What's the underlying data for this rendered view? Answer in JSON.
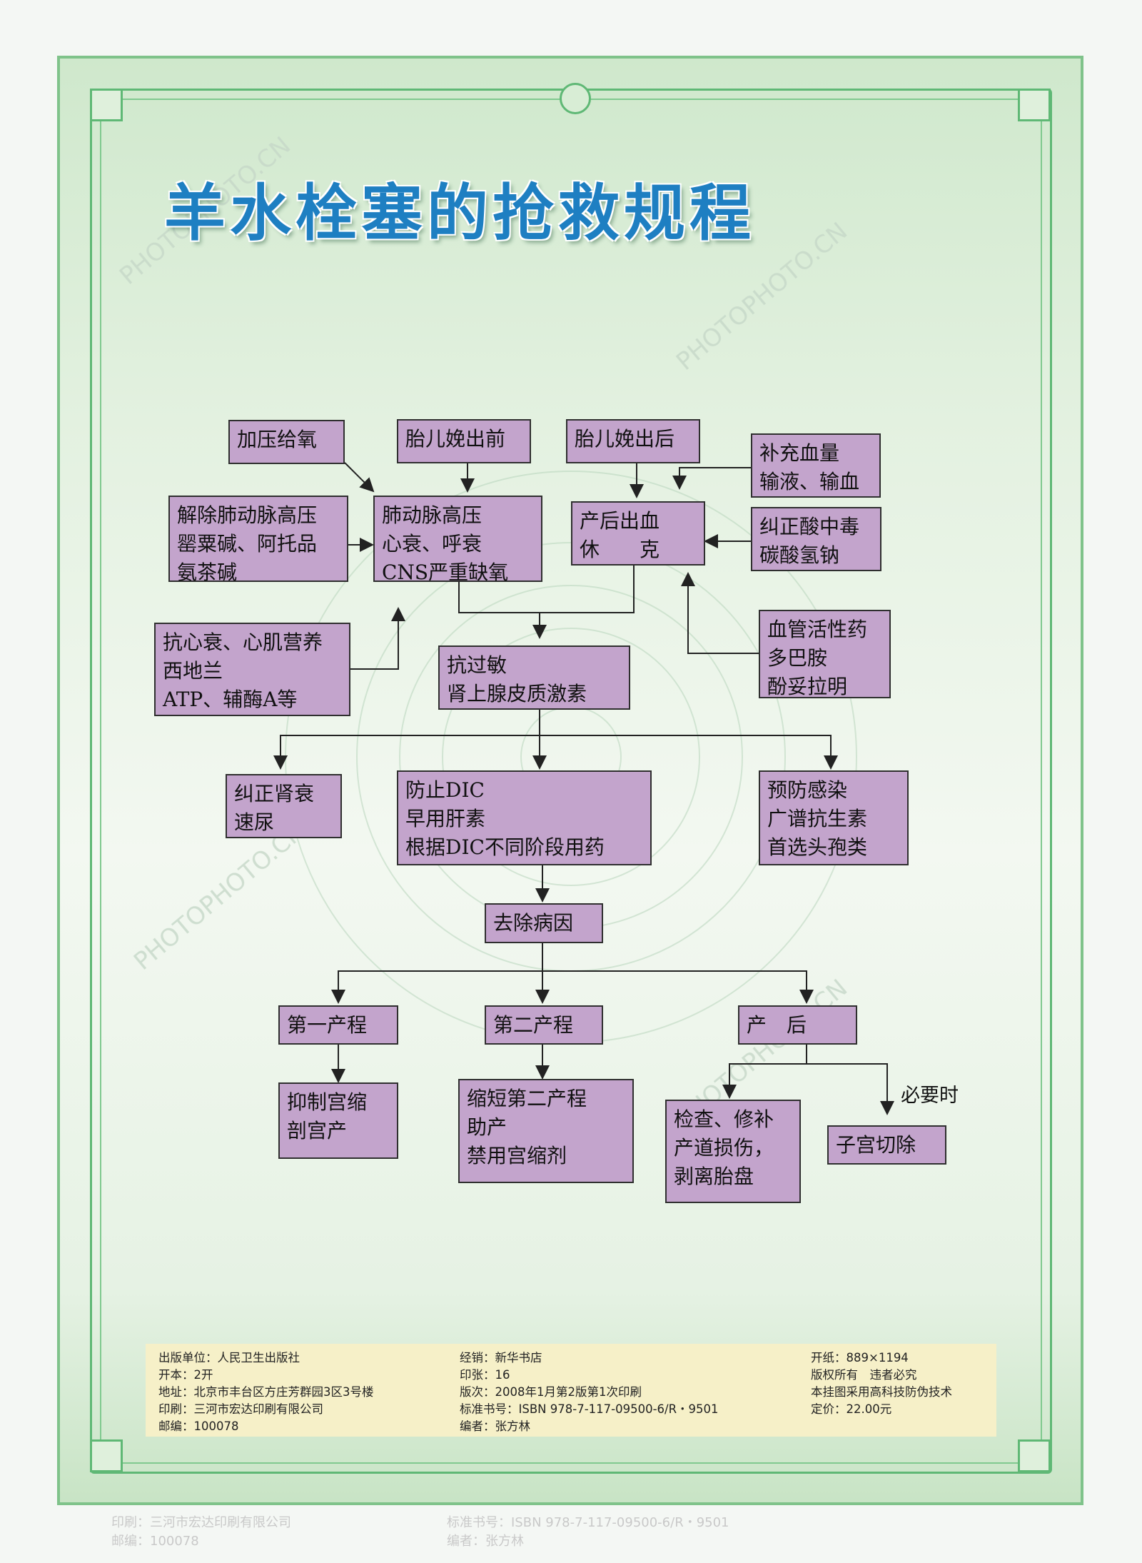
{
  "title": "羊水栓塞的抢救规程",
  "watermark_text": "PHOTOPHOTO.CN",
  "boxes": {
    "jiaya": "加压给氧",
    "qian": "胎儿娩出前",
    "hou": "胎儿娩出后",
    "buchong": "补充血量\n输液、输血",
    "jiechu": "解除肺动脉高压\n罂粟碱、阿托品\n氨茶碱",
    "feidong": "肺动脉高压\n心衰、呼衰\nCNS严重缺氧",
    "chanhou": "产后出血\n休　　克",
    "jiuzheng_suan": "纠正酸中毒\n碳酸氢钠",
    "kangxin": "抗心衰、心肌营养\n西地兰\nATP、辅酶A等",
    "kangguo": "抗过敏\n肾上腺皮质激素",
    "xueguan": "血管活性药\n多巴胺\n酚妥拉明",
    "shenshuai": "纠正肾衰\n速尿",
    "dic": "防止DIC\n早用肝素\n根据DIC不同阶段用药",
    "ganran": "预防感染\n广谱抗生素\n首选头孢类",
    "quchu": "去除病因",
    "di1": "第一产程",
    "di2": "第二产程",
    "chanhou2": "产　后",
    "yizhi": "抑制宫缩\n剖宫产",
    "suoduan": "缩短第二产程\n助产\n禁用宫缩剂",
    "jiancha": "检查、修补\n产道损伤，\n剥离胎盘",
    "zigong": "子宫切除"
  },
  "note_biyao": "必要时",
  "imprint": {
    "col1": [
      "出版单位：人民卫生出版社",
      "开本：2开",
      "地址：北京市丰台区方庄芳群园3区3号楼",
      "印刷：三河市宏达印刷有限公司",
      "邮编：100078"
    ],
    "col2": [
      "经销：新华书店",
      "印张：16",
      "版次：2008年1月第2版第1次印刷",
      "标准书号：ISBN 978-7-117-09500-6/R・9501",
      "编者：张方林"
    ],
    "col3": [
      "开纸：889×1194",
      "版权所有　违者必究",
      "本挂图采用高科技防伪技术",
      "定价：22.00元"
    ]
  },
  "ghost": {
    "left": [
      "印刷：三河市宏达印刷有限公司",
      "邮编：100078"
    ],
    "right": [
      "标准书号：ISBN 978-7-117-09500-6/R・9501",
      "编者：张方林"
    ]
  },
  "colors": {
    "box_fill": "#c3a4cc",
    "title_blue": "#1e7fc2",
    "frame_green": "#5fb875",
    "imprint_bg": "#f6f0c8"
  }
}
